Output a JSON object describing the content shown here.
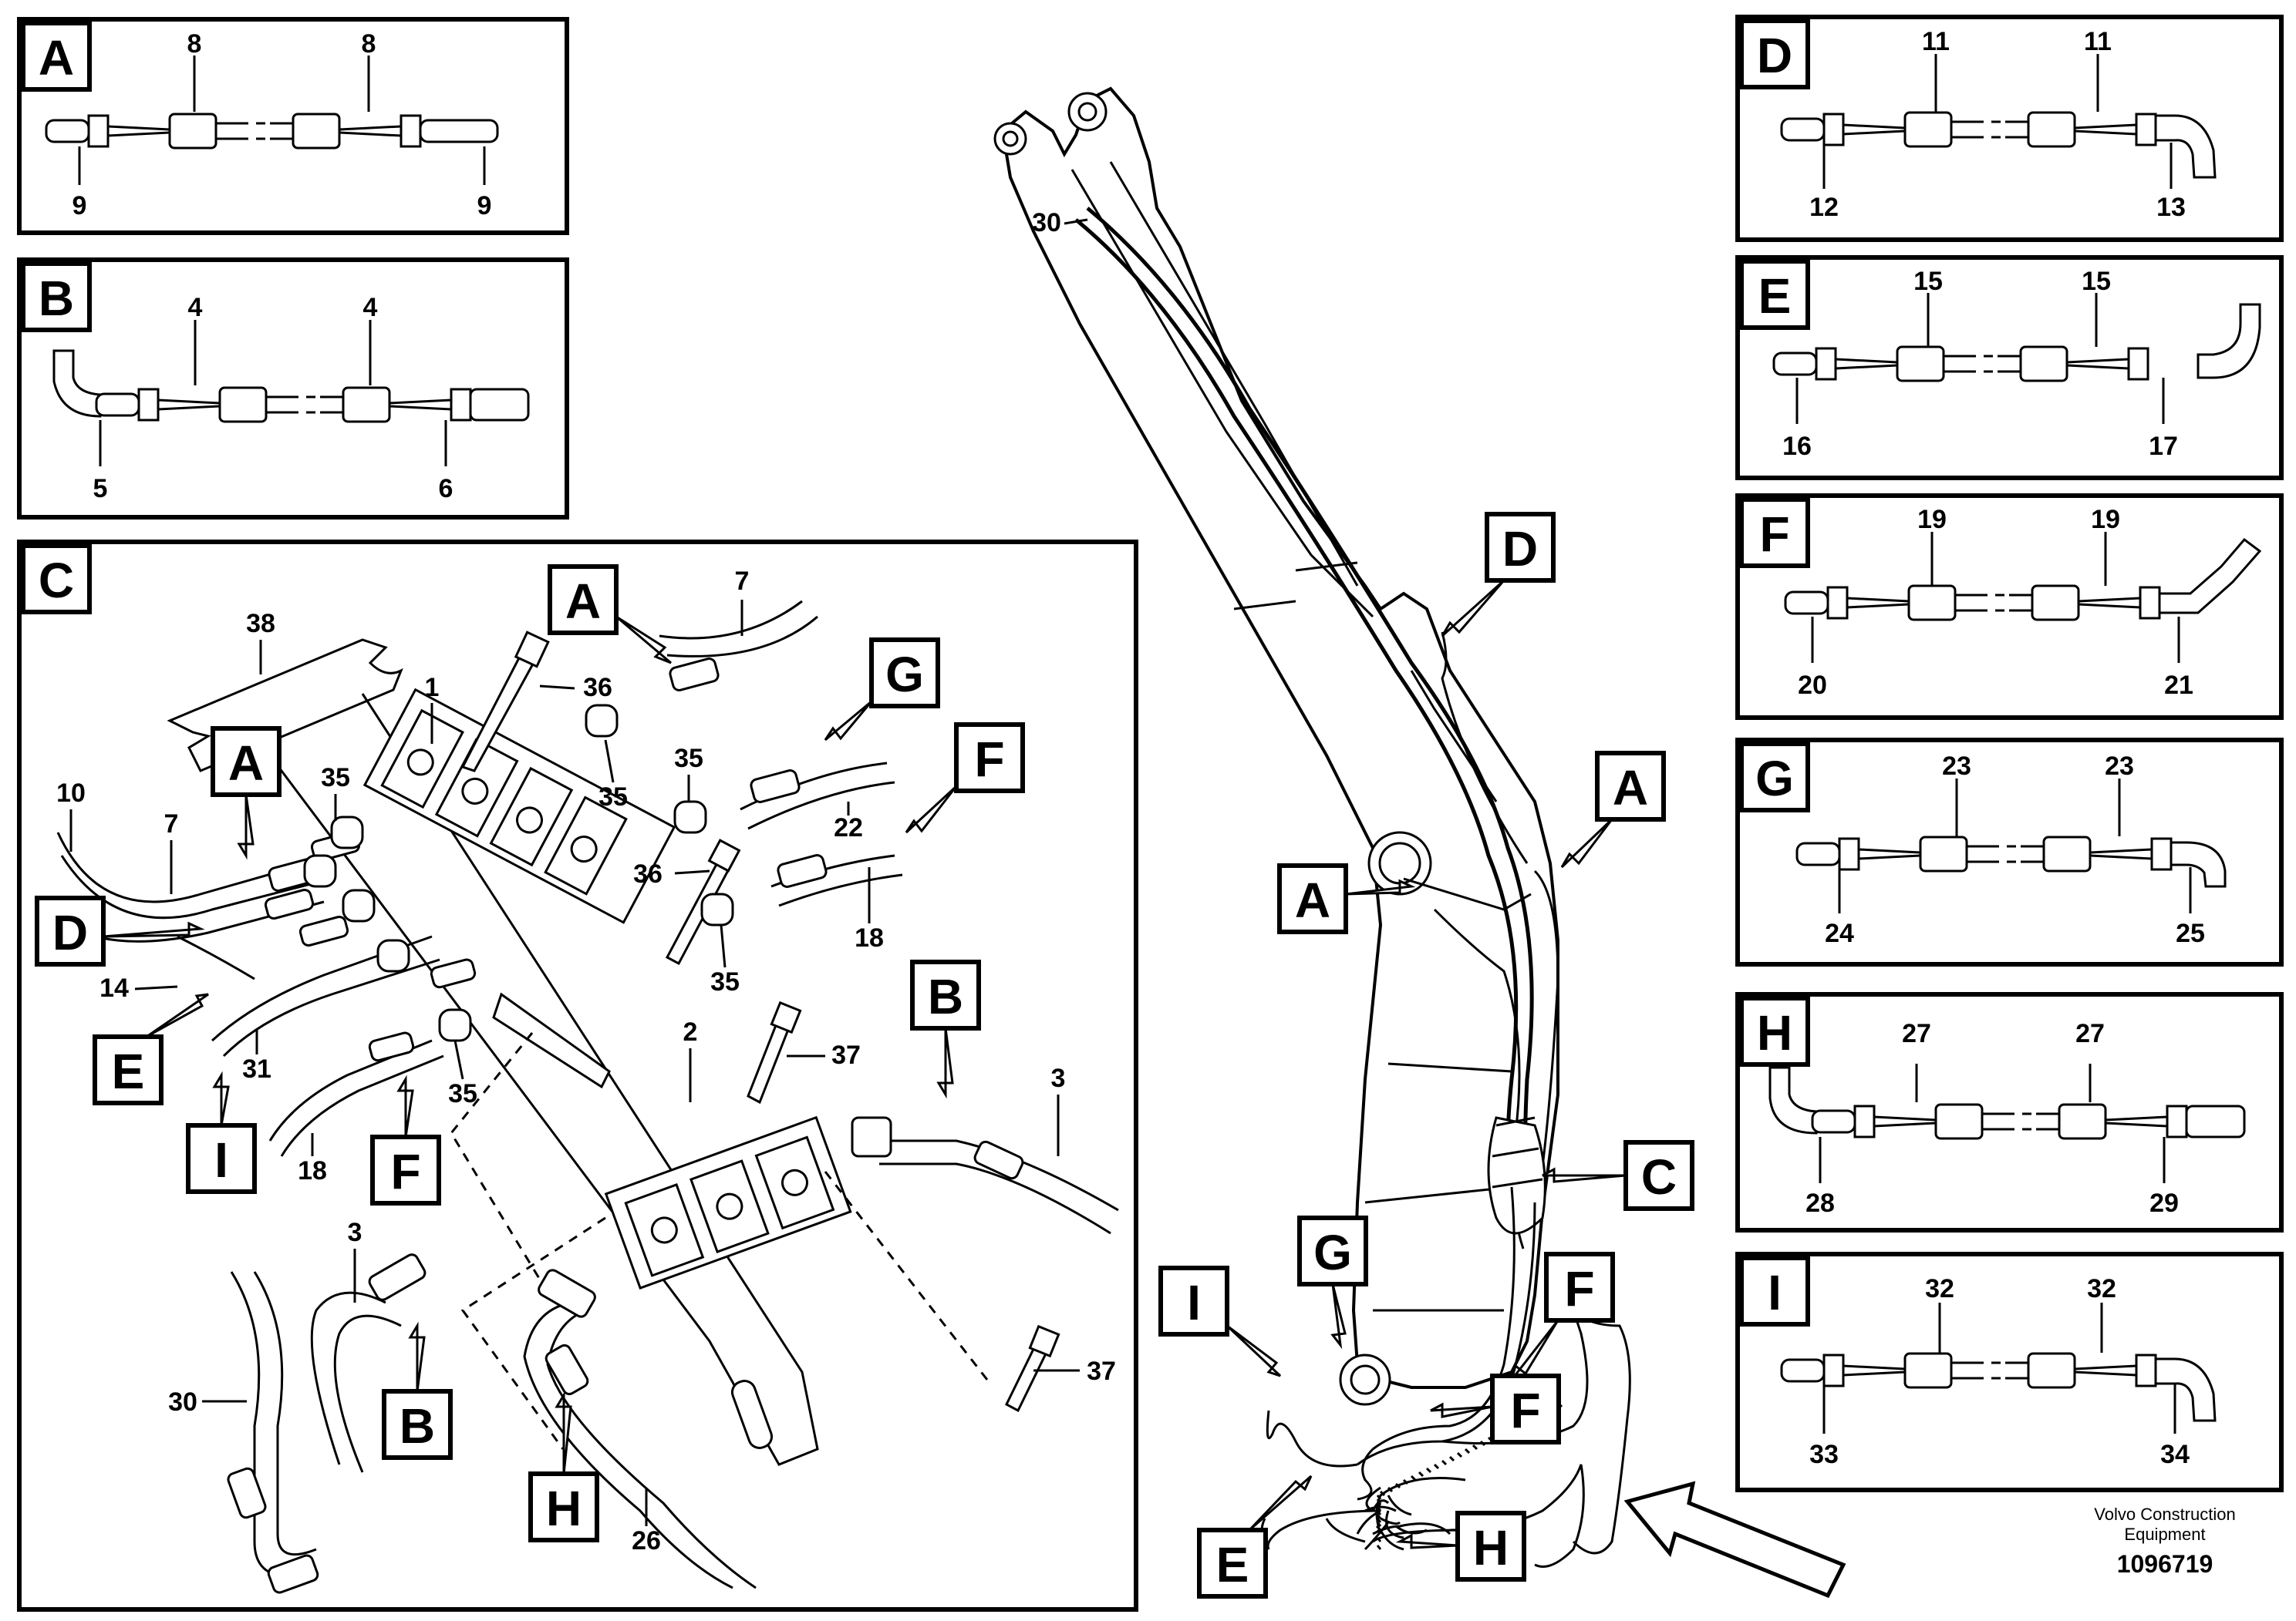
{
  "panels": {
    "A": {
      "letter": "A",
      "top_left": "8",
      "top_right": "8",
      "bottom_left": "9",
      "bottom_right": "9"
    },
    "B": {
      "letter": "B",
      "top_left": "4",
      "top_right": "4",
      "bottom_left": "5",
      "bottom_right": "6"
    },
    "D": {
      "letter": "D",
      "top_left": "11",
      "top_right": "11",
      "bottom_left": "12",
      "bottom_right": "13"
    },
    "E": {
      "letter": "E",
      "top_left": "15",
      "top_right": "15",
      "bottom_left": "16",
      "bottom_right": "17"
    },
    "F": {
      "letter": "F",
      "top_left": "19",
      "top_right": "19",
      "bottom_left": "20",
      "bottom_right": "21"
    },
    "G": {
      "letter": "G",
      "top_left": "23",
      "top_right": "23",
      "bottom_left": "24",
      "bottom_right": "25"
    },
    "H": {
      "letter": "H",
      "top_left": "27",
      "top_right": "27",
      "bottom_left": "28",
      "bottom_right": "29"
    },
    "I": {
      "letter": "I",
      "top_left": "32",
      "top_right": "32",
      "bottom_left": "33",
      "bottom_right": "34"
    }
  },
  "panel_c": {
    "letter": "C",
    "callouts": [
      "A",
      "A",
      "D",
      "E",
      "I",
      "F",
      "G",
      "F",
      "B",
      "B",
      "H"
    ],
    "numbers": [
      "38",
      "1",
      "36",
      "7",
      "10",
      "7",
      "35",
      "35",
      "35",
      "22",
      "36",
      "18",
      "14",
      "31",
      "35",
      "35",
      "18",
      "2",
      "37",
      "3",
      "3",
      "30",
      "26",
      "37"
    ]
  },
  "boom": {
    "number_30": "30",
    "callouts": [
      "D",
      "A",
      "A",
      "C",
      "G",
      "I",
      "F",
      "F",
      "E",
      "H"
    ]
  },
  "footer": {
    "company_line1": "Volvo Construction",
    "company_line2": "Equipment",
    "drawing_number": "1096719"
  }
}
